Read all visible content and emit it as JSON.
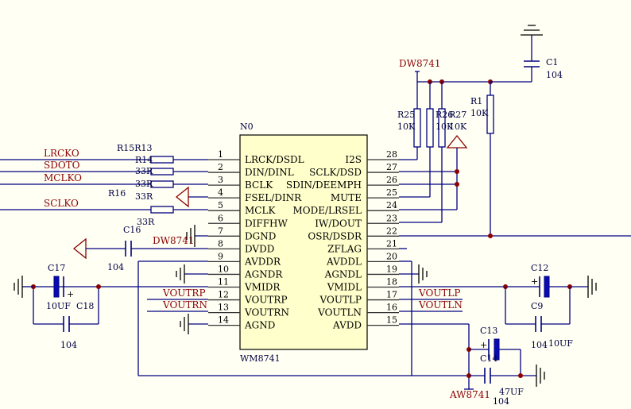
{
  "chip": {
    "designator": "N0",
    "part": "WM8741",
    "left_pins": [
      {
        "num": "1",
        "name": "LRCK/DSDL"
      },
      {
        "num": "2",
        "name": "DIN/DINL"
      },
      {
        "num": "3",
        "name": "BCLK"
      },
      {
        "num": "4",
        "name": "FSEL/DINR"
      },
      {
        "num": "5",
        "name": "MCLK"
      },
      {
        "num": "6",
        "name": "DIFFHW"
      },
      {
        "num": "7",
        "name": "DGND"
      },
      {
        "num": "8",
        "name": "DVDD"
      },
      {
        "num": "9",
        "name": "AVDDR"
      },
      {
        "num": "10",
        "name": "AGNDR"
      },
      {
        "num": "11",
        "name": "VMIDR"
      },
      {
        "num": "12",
        "name": "VOUTRP"
      },
      {
        "num": "13",
        "name": "VOUTRN"
      },
      {
        "num": "14",
        "name": "AGND"
      }
    ],
    "right_pins": [
      {
        "num": "28",
        "name": "I2S"
      },
      {
        "num": "27",
        "name": "SCLK/DSD"
      },
      {
        "num": "26",
        "name": "SDIN/DEEMPH"
      },
      {
        "num": "25",
        "name": "MUTE"
      },
      {
        "num": "24",
        "name": "MODE/LRSEL"
      },
      {
        "num": "23",
        "name": "IW/DOUT"
      },
      {
        "num": "22",
        "name": "OSR/DSDR"
      },
      {
        "num": "21",
        "name": "ZFLAG"
      },
      {
        "num": "20",
        "name": "AVDDL"
      },
      {
        "num": "19",
        "name": "AGNDL"
      },
      {
        "num": "18",
        "name": "VMIDL"
      },
      {
        "num": "17",
        "name": "VOUTLP"
      },
      {
        "num": "16",
        "name": "VOUTLN"
      },
      {
        "num": "15",
        "name": "AVDD"
      }
    ]
  },
  "nets": {
    "lrcko": "LRCKO",
    "sdoto": "SDOTO",
    "mclko": "MCLKO",
    "sclko": "SCLKO",
    "voutrp": "VOUTRP",
    "voutrn": "VOUTRN",
    "voutlp": "VOUTLP",
    "voutln": "VOUTLN",
    "dw8741_top": "DW8741",
    "dw8741_mid": "DW8741",
    "aw8741": "AW8741"
  },
  "components": {
    "r15r13": "R15R13",
    "r14": "R14",
    "r14_val": "33R",
    "r13_val": "33R",
    "r16": "R16",
    "r16_val": "33R",
    "c16": "C16",
    "c16_val": "104",
    "c17": "C17",
    "c17_val": "10UF",
    "c18": "C18",
    "c18_val": "104",
    "r25": "R25",
    "r25_val": "10K",
    "r26": "R26",
    "r26_val": "10K",
    "r27": "R27",
    "r27_val": "10K",
    "r1": "R1",
    "r1_val": "10K",
    "c1": "C1",
    "c1_val": "104",
    "c12": "C12",
    "c9": "C9",
    "c9_val": "104",
    "c12_val": "10UF",
    "c13": "C13",
    "c14": "C14",
    "c13_val": "47UF",
    "c14_val": "104"
  },
  "colors": {
    "wire": "#000080",
    "net_label": "#8b0000",
    "chip_fill": "#ffffcc",
    "background": "#fffff4"
  }
}
